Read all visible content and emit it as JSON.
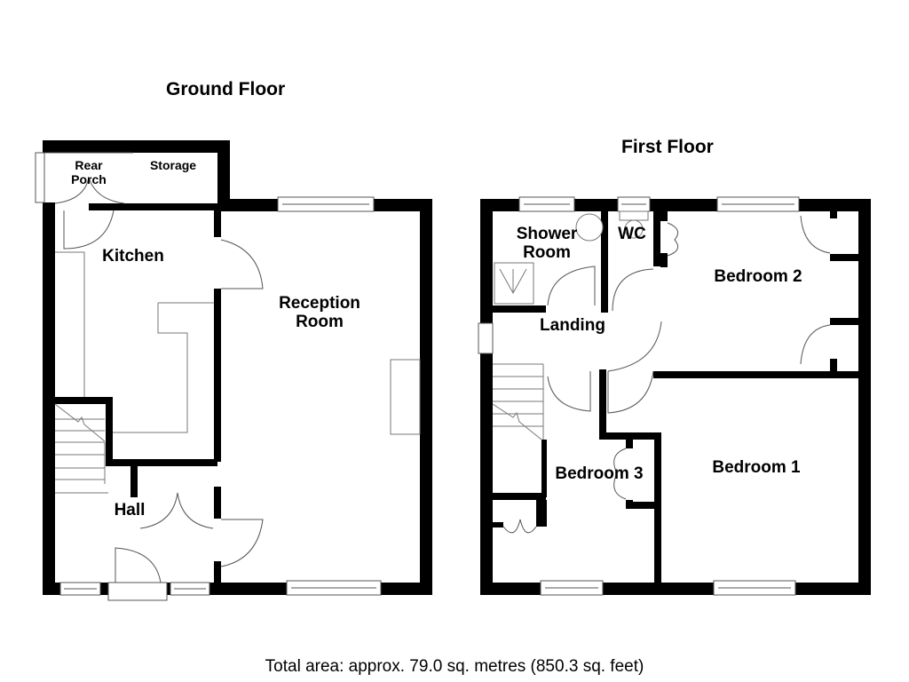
{
  "floors": [
    {
      "title": "Ground Floor",
      "rooms": [
        {
          "name": "Rear Porch"
        },
        {
          "name": "Storage"
        },
        {
          "name": "Kitchen"
        },
        {
          "name": "Reception Room"
        },
        {
          "name": "Hall"
        }
      ]
    },
    {
      "title": "First Floor",
      "rooms": [
        {
          "name": "Shower Room"
        },
        {
          "name": "WC"
        },
        {
          "name": "Bedroom 2"
        },
        {
          "name": "Landing"
        },
        {
          "name": "Bedroom 3"
        },
        {
          "name": "Bedroom 1"
        }
      ]
    }
  ],
  "labels": {
    "rear_porch_1": "Rear",
    "rear_porch_2": "Porch",
    "storage": "Storage",
    "kitchen": "Kitchen",
    "reception_1": "Reception",
    "reception_2": "Room",
    "hall": "Hall",
    "shower_1": "Shower",
    "shower_2": "Room",
    "wc": "WC",
    "bedroom2": "Bedroom 2",
    "landing": "Landing",
    "bedroom3": "Bedroom 3",
    "bedroom1": "Bedroom 1"
  },
  "footer": "Total area: approx. 79.0 sq. metres (850.3 sq. feet)",
  "colors": {
    "wall": "#000000",
    "line": "#555555",
    "background": "#ffffff"
  }
}
